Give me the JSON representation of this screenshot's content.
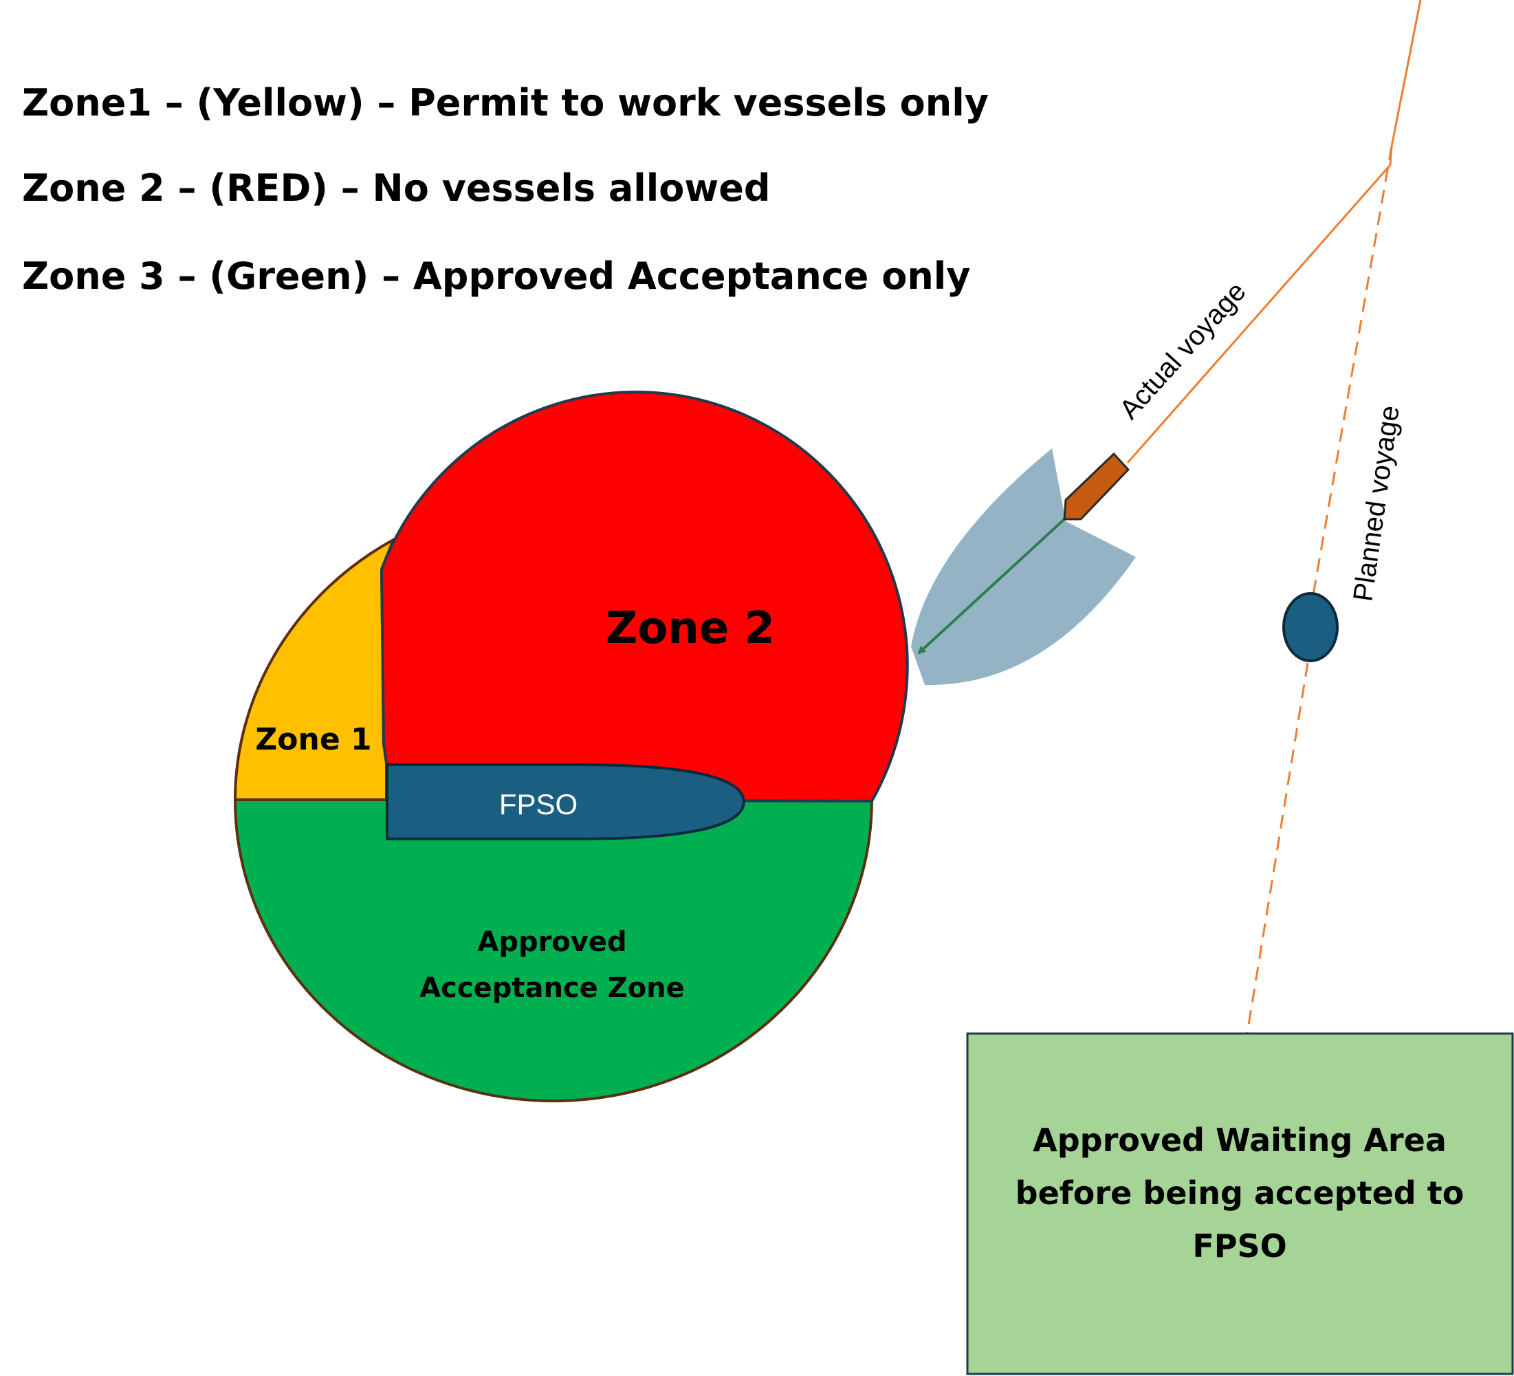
{
  "legend": {
    "zone1": "Zone1 – (Yellow) – Permit to work vessels only",
    "zone2": "Zone 2 – (RED) – No vessels allowed",
    "zone3": "Zone 3 – (Green) – Approved Acceptance only"
  },
  "zones": {
    "zone1_label": "Zone 1",
    "zone2_label": "Zone 2",
    "zone3_label_line1": "Approved",
    "zone3_label_line2": "Acceptance Zone",
    "fpso_label": "FPSO"
  },
  "routes": {
    "actual_label": "Actual voyage",
    "planned_label": "Planned voyage"
  },
  "waiting_area": {
    "line1": "Approved Waiting Area",
    "line2": "before being accepted to",
    "line3": "FPSO"
  },
  "colors": {
    "zone1": "#FFC000",
    "zone2": "#FF0000",
    "zone3": "#00B050",
    "fpso": "#1A5F82",
    "outline": "#5C2E12",
    "route": "#ED7D31",
    "vessel": "#C55A11",
    "sector": "#8EB0C2",
    "heading": "#2E7D4F",
    "waiting_area": "#A6D396",
    "planned_arrow": "#9C8A2A"
  },
  "icons": {
    "vessel": "vessel-icon",
    "planned_position": "circle-marker-icon"
  }
}
